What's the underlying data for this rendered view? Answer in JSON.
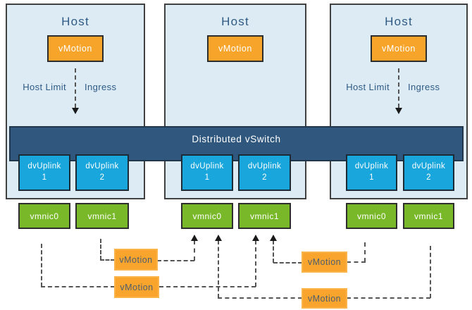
{
  "hosts": [
    {
      "title": "Host",
      "vmotion": "vMotion",
      "host_limit": "Host Limit",
      "ingress": "Ingress",
      "uplinks": [
        {
          "name": "dvUplink",
          "num": "1"
        },
        {
          "name": "dvUplink",
          "num": "2"
        }
      ],
      "vmnics": [
        "vmnic0",
        "vmnic1"
      ]
    },
    {
      "title": "Host",
      "vmotion": "vMotion",
      "uplinks": [
        {
          "name": "dvUplink",
          "num": "1"
        },
        {
          "name": "dvUplink",
          "num": "2"
        }
      ],
      "vmnics": [
        "vmnic0",
        "vmnic1"
      ]
    },
    {
      "title": "Host",
      "vmotion": "vMotion",
      "host_limit": "Host Limit",
      "ingress": "Ingress",
      "uplinks": [
        {
          "name": "dvUplink",
          "num": "1"
        },
        {
          "name": "dvUplink",
          "num": "2"
        }
      ],
      "vmnics": [
        "vmnic0",
        "vmnic1"
      ]
    }
  ],
  "vswitch": {
    "label": "Distributed vSwitch"
  },
  "flows": [
    {
      "label": "vMotion"
    },
    {
      "label": "vMotion"
    },
    {
      "label": "vMotion"
    },
    {
      "label": "vMotion"
    }
  ],
  "colors": {
    "host_fill": "#dcebf4",
    "host_border": "#414141",
    "title_blue": "#2e5a84",
    "vmotion_orange": "#f7a42a",
    "flow_orange": "#f9a42c",
    "vswitch_navy": "#30587f",
    "uplink_cyan": "#18a6dc",
    "vmnic_green": "#79b829",
    "dash_gray": "#555555"
  }
}
